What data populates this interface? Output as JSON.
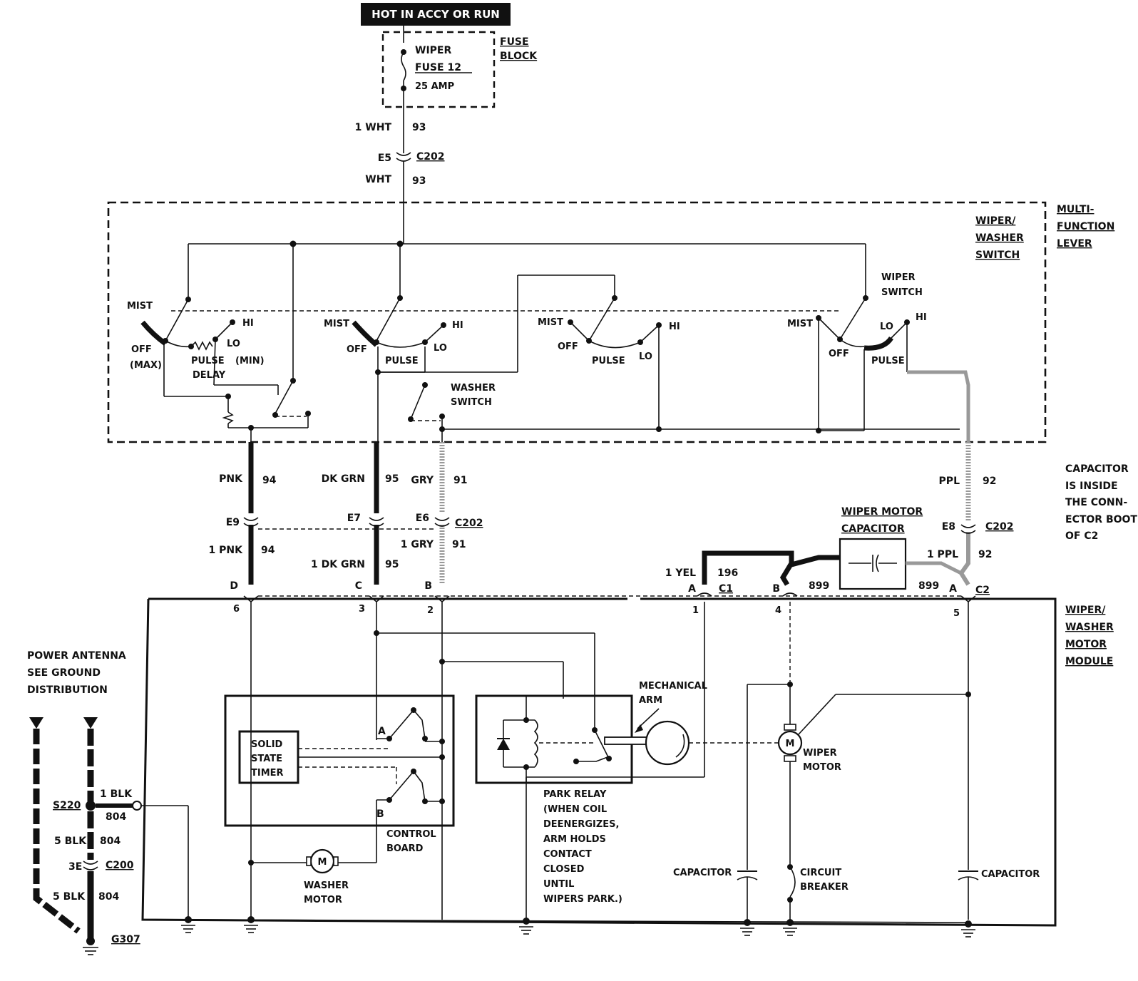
{
  "power": {
    "hot_label": "HOT IN ACCY OR RUN"
  },
  "fuse_block": {
    "label_1": "FUSE",
    "label_2": "BLOCK",
    "fuse_line1": "WIPER",
    "fuse_line2": "FUSE 12",
    "fuse_amp": "25 AMP"
  },
  "feed_wire": {
    "upper_color": "1 WHT",
    "upper_circuit": "93",
    "pin": "E5",
    "connector": "C202",
    "lower_color": "WHT",
    "lower_circuit": "93"
  },
  "lever": {
    "title_1": "MULTI-",
    "title_2": "FUNCTION",
    "title_3": "LEVER",
    "switch_title_1": "WIPER/",
    "switch_title_2": "WASHER",
    "switch_title_3": "SWITCH",
    "wiper_switch_1": "WIPER",
    "wiper_switch_2": "SWITCH",
    "washer_switch_1": "WASHER",
    "washer_switch_2": "SWITCH"
  },
  "switch_positions": {
    "mist": "MIST",
    "off": "OFF",
    "max": "(MAX)",
    "min": "(MIN)",
    "hi": "HI",
    "lo": "LO",
    "pulse": "PULSE",
    "delay": "DELAY"
  },
  "wires": {
    "pnk_color": "PNK",
    "pnk_circuit": "94",
    "pnk_pin": "E9",
    "pnk_lower": "1 PNK",
    "pnk_lower_circuit": "94",
    "pnk_term": "D",
    "pnk_num": "6",
    "dkgrn_color": "DK GRN",
    "dkgrn_circuit": "95",
    "dkgrn_pin": "E7",
    "dkgrn_lower": "1 DK GRN",
    "dkgrn_lower_circuit": "95",
    "dkgrn_term": "C",
    "dkgrn_num": "3",
    "gry_color": "GRY",
    "gry_circuit": "91",
    "gry_pin": "E6",
    "gry_conn": "C202",
    "gry_lower": "1 GRY",
    "gry_lower_circuit": "91",
    "gry_term": "B",
    "gry_num": "2",
    "ppl_color": "PPL",
    "ppl_circuit": "92",
    "ppl_pin": "E8",
    "ppl_conn": "C202",
    "ppl_lower": "1 PPL",
    "ppl_lower_circuit": "92",
    "ppl_term": "A",
    "ppl_num": "5",
    "yel_color": "1 YEL",
    "yel_circuit": "196",
    "yel_term": "A",
    "yel_conn": "C1",
    "yel_num": "1",
    "c1b_term": "B",
    "c1b_circuit": "899",
    "c1b_num": "4",
    "c2_circuit": "899",
    "c2_conn": "C2"
  },
  "capacitor_note": [
    "CAPACITOR",
    "IS INSIDE",
    "THE CONN-",
    "ECTOR BOOT",
    "OF C2"
  ],
  "wiper_motor_capacitor": {
    "line1": "WIPER MOTOR",
    "line2": "CAPACITOR"
  },
  "module": {
    "line1": "WIPER/",
    "line2": "WASHER",
    "line3": "MOTOR",
    "line4": "MODULE"
  },
  "components": {
    "solid_1": "SOLID",
    "solid_2": "STATE",
    "solid_3": "TIMER",
    "relay_a": "A",
    "relay_b": "B",
    "control_1": "CONTROL",
    "control_2": "BOARD",
    "washer_motor_1": "WASHER",
    "washer_motor_2": "MOTOR",
    "mech_1": "MECHANICAL",
    "mech_2": "ARM",
    "park_relay": [
      "PARK RELAY",
      "(WHEN COIL",
      "DEENERGIZES,",
      "ARM HOLDS",
      "CONTACT",
      "CLOSED",
      "UNTIL",
      "WIPERS PARK.)"
    ],
    "wiper_motor_1": "WIPER",
    "wiper_motor_2": "MOTOR",
    "motor_symbol": "M",
    "capacitor": "CAPACITOR",
    "breaker_1": "CIRCUIT",
    "breaker_2": "BREAKER"
  },
  "ground": {
    "antenna_1": "POWER ANTENNA",
    "antenna_2": "SEE GROUND",
    "antenna_3": "DISTRIBUTION",
    "s220": "S220",
    "blk1": "1 BLK",
    "c804a": "804",
    "blk5a": "5 BLK",
    "c804b": "804",
    "pin3e": "3E",
    "c200": "C200",
    "blk5b": "5 BLK",
    "c804c": "804",
    "g307": "G307"
  }
}
